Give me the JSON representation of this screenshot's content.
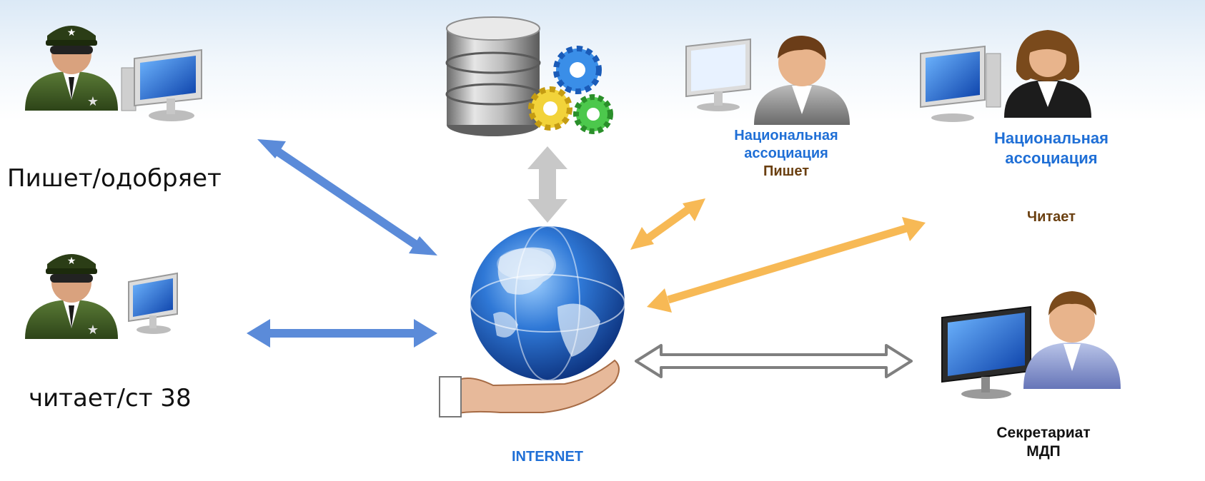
{
  "nodes": {
    "officer_writer": {
      "label": "Пишет/одобряет",
      "icons": [
        "officer-icon",
        "monitor-icon"
      ]
    },
    "officer_reader": {
      "label": "читает/ст 38",
      "icons": [
        "officer-icon",
        "monitor-icon"
      ]
    },
    "database": {
      "icons": [
        "database-icon",
        "gears-icon"
      ]
    },
    "internet": {
      "label": "INTERNET",
      "icons": [
        "globe-in-hand-icon"
      ]
    },
    "national_writer": {
      "line1": "Национальная",
      "line2": "ассоциация",
      "role": "Пишет",
      "icons": [
        "monitor-icon",
        "man-user-icon"
      ]
    },
    "national_reader": {
      "line1": "Национальная",
      "line2": "ассоциация",
      "role": "Читает",
      "icons": [
        "monitor-icon",
        "woman-user-icon"
      ]
    },
    "secretariat": {
      "line1": "Секретариат",
      "line2": "МДП",
      "icons": [
        "monitor-icon",
        "user-icon"
      ]
    }
  },
  "connections": [
    {
      "from": "officer_writer",
      "to": "internet",
      "direction": "both",
      "color": "#5b8bd9"
    },
    {
      "from": "officer_reader",
      "to": "internet",
      "direction": "both",
      "color": "#5b8bd9"
    },
    {
      "from": "database",
      "to": "internet",
      "direction": "both",
      "color": "#c8c8c8"
    },
    {
      "from": "national_writer",
      "to": "internet",
      "direction": "both",
      "color": "#f7b955"
    },
    {
      "from": "national_reader",
      "to": "internet",
      "direction": "both",
      "color": "#f7b955"
    },
    {
      "from": "secretariat",
      "to": "internet",
      "direction": "both",
      "color": "#7f7f7f",
      "style": "hollow"
    }
  ],
  "colors": {
    "label_blue": "#1f6fd6",
    "label_brown": "#6a3f10",
    "uniform_green": "#3d5a24",
    "globe_blue": "#1b58b8"
  }
}
